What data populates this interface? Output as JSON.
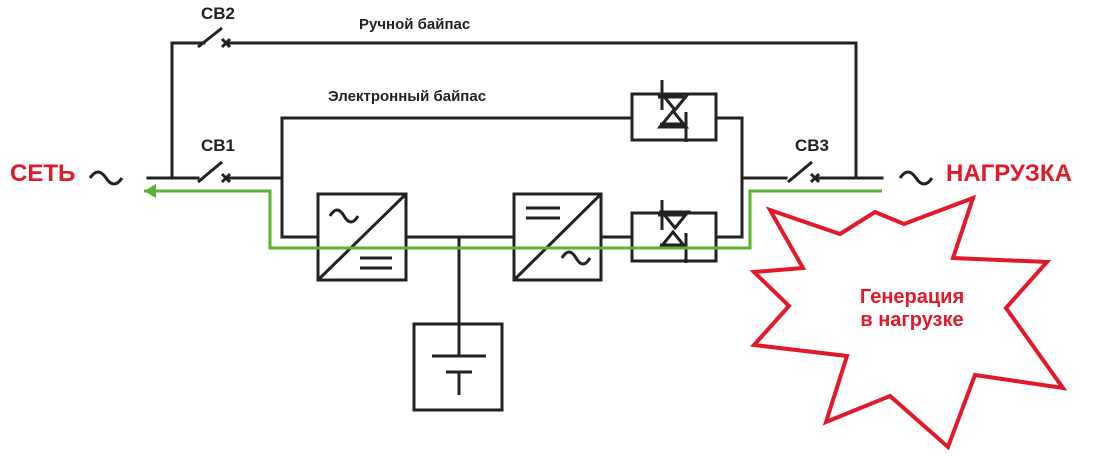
{
  "labels": {
    "source": "СЕТЬ",
    "load": "НАГРУЗКА",
    "manual_bypass": "Ручной байпас",
    "electronic_bypass": "Электронный байпас",
    "cb1": "CB1",
    "cb2": "CB2",
    "cb3": "CB3"
  },
  "callout": {
    "line1": "Генерация",
    "line2": "в нагрузке"
  },
  "colors": {
    "wire": "#222222",
    "reverse_power_path": "#5db236",
    "accent": "#e3192a",
    "background": "#ffffff"
  },
  "icons": {
    "ac_source": "sine-wave-icon",
    "ac_load": "sine-wave-icon",
    "flow_direction": "arrow-left-icon"
  }
}
